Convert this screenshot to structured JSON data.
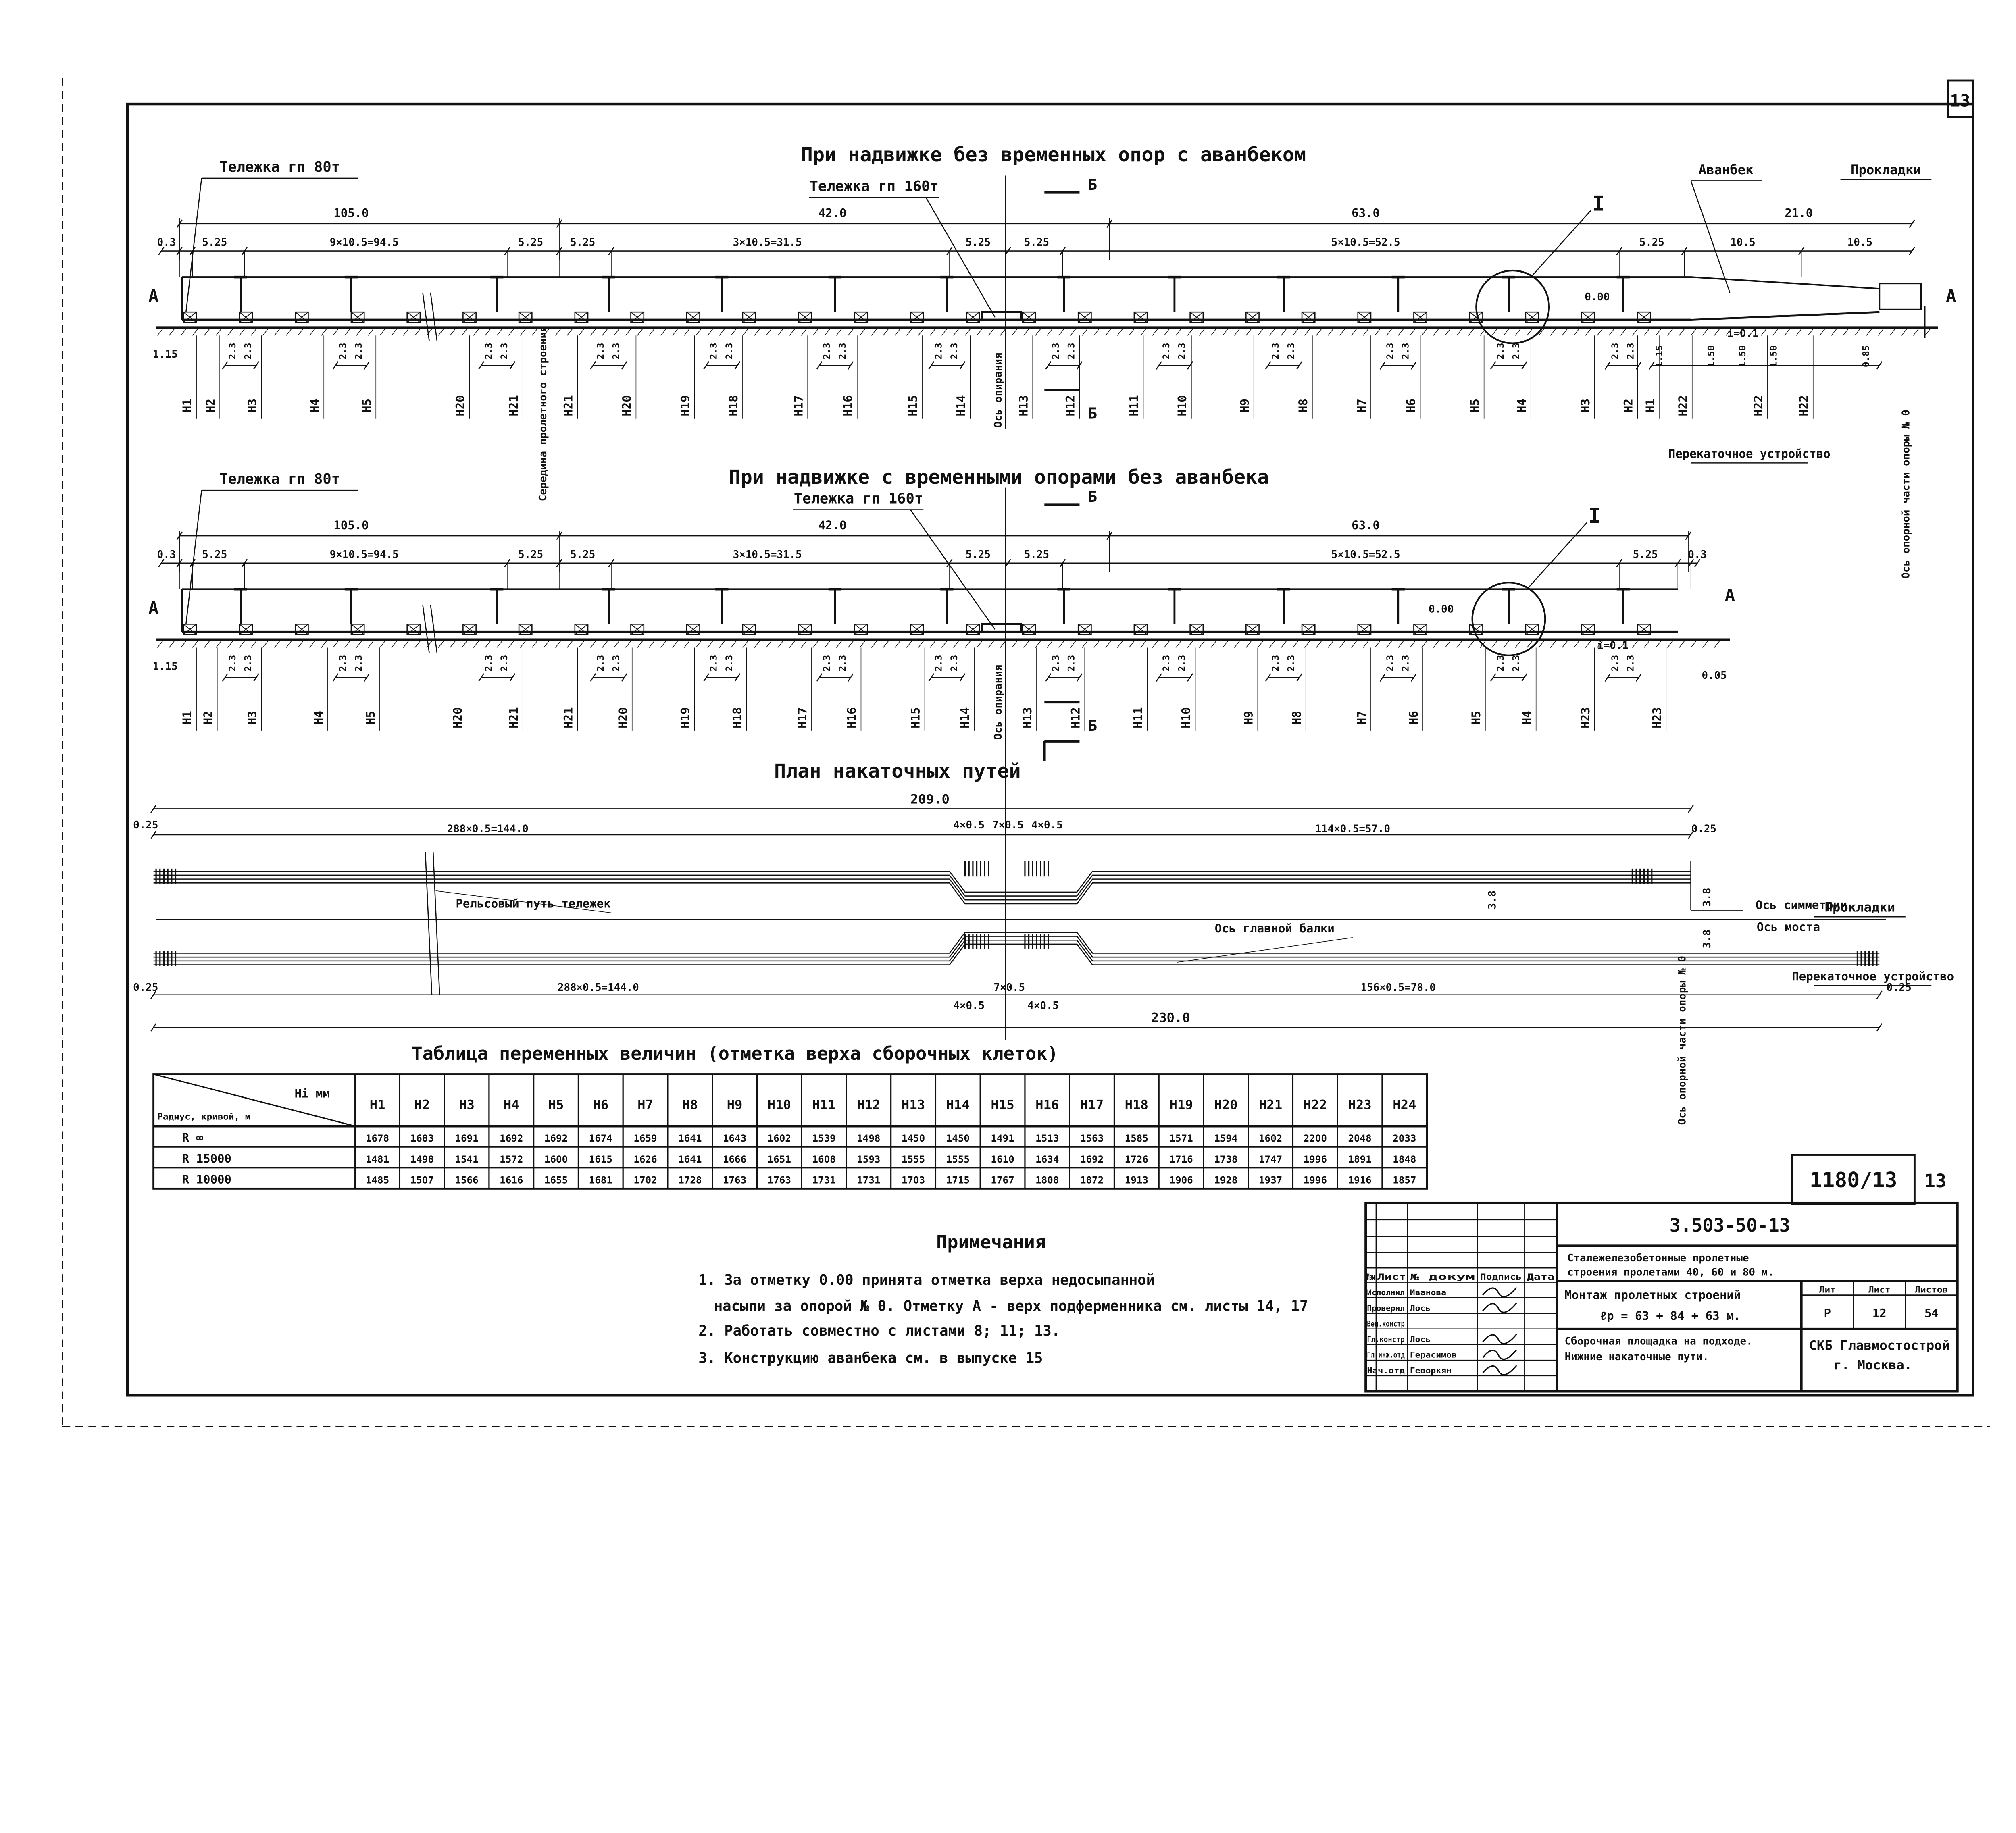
{
  "sheet_number": "13",
  "section1": {
    "title": "При надвижке без временных опор с аванбеком",
    "trolley80": "Тележка гп 80т",
    "trolley160": "Тележка гп 160т",
    "cut": "Б",
    "detail": "I",
    "avanbek": "Аванбек",
    "pads": "Прокладки",
    "mark_a": "А",
    "zero": "0.00",
    "slope": "i=0.1",
    "dims_top": [
      "105.0",
      "42.0",
      "63.0",
      "21.0"
    ],
    "dims": [
      "0.3",
      "5.25",
      "9×10.5=94.5",
      "5.25",
      "5.25",
      "3×10.5=31.5",
      "5.25",
      "5.25",
      "5×10.5=52.5",
      "5.25",
      "10.5",
      "10.5"
    ],
    "left_height": "1.15",
    "spacing": "2.3",
    "extra_dims": [
      "1.15",
      "1.50",
      "1.50",
      "1.50",
      "0.85"
    ],
    "h_labels": [
      "H1",
      "H2",
      "H3",
      "H4",
      "H5",
      "H20",
      "H21",
      "H21",
      "H20",
      "H19",
      "H18",
      "H17",
      "H16",
      "H15",
      "H14",
      "H13",
      "H12",
      "H11",
      "H10",
      "H9",
      "H8",
      "H7",
      "H6",
      "H5",
      "H4",
      "H3",
      "H2",
      "H1",
      "H22",
      "H22",
      "H22"
    ],
    "midspan": "Середина пролетного строения",
    "bearing_axis": "Ось опирания",
    "transfer": "Перекаточное устройство",
    "support_axis": "Ось опорной части опоры № 0"
  },
  "section2": {
    "title": "При надвижке с временными опорами без аванбека",
    "trolley80": "Тележка гп 80т",
    "trolley160": "Тележка гп 160т",
    "cut": "Б",
    "detail": "I",
    "pads": "Прокладки",
    "mark_a": "А",
    "zero": "0.00",
    "slope": "i=0.1",
    "drop": "0.05",
    "dims_top": [
      "105.0",
      "42.0",
      "63.0"
    ],
    "dims": [
      "0.3",
      "5.25",
      "9×10.5=94.5",
      "5.25",
      "5.25",
      "3×10.5=31.5",
      "5.25",
      "5.25",
      "5×10.5=52.5",
      "5.25",
      "0.3"
    ],
    "left_height": "1.15",
    "spacing": "2.3",
    "h_labels": [
      "H1",
      "H2",
      "H3",
      "H4",
      "H5",
      "H20",
      "H21",
      "H21",
      "H20",
      "H19",
      "H18",
      "H17",
      "H16",
      "H15",
      "H14",
      "H13",
      "H12",
      "H11",
      "H10",
      "H9",
      "H8",
      "H7",
      "H6",
      "H5",
      "H4",
      "H23",
      "H23"
    ],
    "bearing_axis": "Ось опирания",
    "transfer": "Перекаточное устройство",
    "support_axis": "Ось опорной части опоры № 0"
  },
  "plan": {
    "title": "План накаточных путей",
    "total_top": "209.0",
    "total_bottom": "230.0",
    "dims_top": [
      "0.25",
      "288×0.5=144.0",
      "4×0.5",
      "7×0.5",
      "4×0.5",
      "114×0.5=57.0",
      "0.25"
    ],
    "dims_bottom": [
      "0.25",
      "288×0.5=144.0",
      "4×0.5",
      "7×0.5",
      "4×0.5",
      "156×0.5=78.0",
      "0.25"
    ],
    "rail_label": "Рельсовый путь тележек",
    "main_beam_axis": "Ось главной балки",
    "symmetry_axis": "Ось симметрии",
    "bridge_axis": "Ось моста",
    "gap": "3.8"
  },
  "table": {
    "title": "Таблица переменных величин (отметка верха сборочных клеток)",
    "corner_top": "Hi мм",
    "corner_bottom": "Радиус, кривой, м",
    "headers": [
      "H1",
      "H2",
      "H3",
      "H4",
      "H5",
      "H6",
      "H7",
      "H8",
      "H9",
      "H10",
      "H11",
      "H12",
      "H13",
      "H14",
      "H15",
      "H16",
      "H17",
      "H18",
      "H19",
      "H20",
      "H21",
      "H22",
      "H23",
      "H24"
    ],
    "rows": [
      {
        "radius": "R ∞",
        "values": [
          "1678",
          "1683",
          "1691",
          "1692",
          "1692",
          "1674",
          "1659",
          "1641",
          "1643",
          "1602",
          "1539",
          "1498",
          "1450",
          "1450",
          "1491",
          "1513",
          "1563",
          "1585",
          "1571",
          "1594",
          "1602",
          "2200",
          "2048",
          "2033"
        ]
      },
      {
        "radius": "R 15000",
        "values": [
          "1481",
          "1498",
          "1541",
          "1572",
          "1600",
          "1615",
          "1626",
          "1641",
          "1666",
          "1651",
          "1608",
          "1593",
          "1555",
          "1555",
          "1610",
          "1634",
          "1692",
          "1726",
          "1716",
          "1738",
          "1747",
          "1996",
          "1891",
          "1848"
        ]
      },
      {
        "radius": "R 10000",
        "values": [
          "1485",
          "1507",
          "1566",
          "1616",
          "1655",
          "1681",
          "1702",
          "1728",
          "1763",
          "1763",
          "1731",
          "1731",
          "1703",
          "1715",
          "1767",
          "1808",
          "1872",
          "1913",
          "1906",
          "1928",
          "1937",
          "1996",
          "1916",
          "1857"
        ]
      }
    ]
  },
  "notes": {
    "title": "Примечания",
    "lines": [
      "1. За отметку 0.00 принята отметка верха недосыпанной",
      "насыпи за опорой № 0. Отметку А - верх подферменника см. листы 14, 17",
      "2. Работать совместно с листами 8; 11; 13.",
      "3. Конструкцию аванбека см. в выпуске 15"
    ]
  },
  "stamp": {
    "code": "1180/13",
    "page": "13"
  },
  "title_block": {
    "doc_code": "3.503-50-13",
    "project": [
      "Сталежелезобетонные пролетные",
      "строения пролетами 40, 60 и 80 м."
    ],
    "drawing_title": [
      "Монтаж пролетных строений",
      "ℓр = 63 + 84 + 63 м."
    ],
    "sheet_title": [
      "Сборочная площадка на подходе.",
      "Нижние накаточные пути."
    ],
    "org": [
      "СКБ Главмостострой",
      "г. Москва."
    ],
    "header_cols": [
      "Изм",
      "Лист",
      "№ докум",
      "Подпись",
      "Дата"
    ],
    "signers": [
      {
        "role": "Исполнил",
        "name": "Иванова"
      },
      {
        "role": "Проверил",
        "name": "Лось"
      },
      {
        "role": "Вед.констр",
        "name": ""
      },
      {
        "role": "Гл.констр",
        "name": "Лось"
      },
      {
        "role": "Гл.инж.отд",
        "name": "Герасимов"
      },
      {
        "role": "Нач.отд",
        "name": "Геворкян"
      }
    ],
    "lit_label": "Лит",
    "sheet_label": "Лист",
    "sheets_label": "Листов",
    "lit": "Р",
    "sheet": "12",
    "sheets": "54"
  }
}
